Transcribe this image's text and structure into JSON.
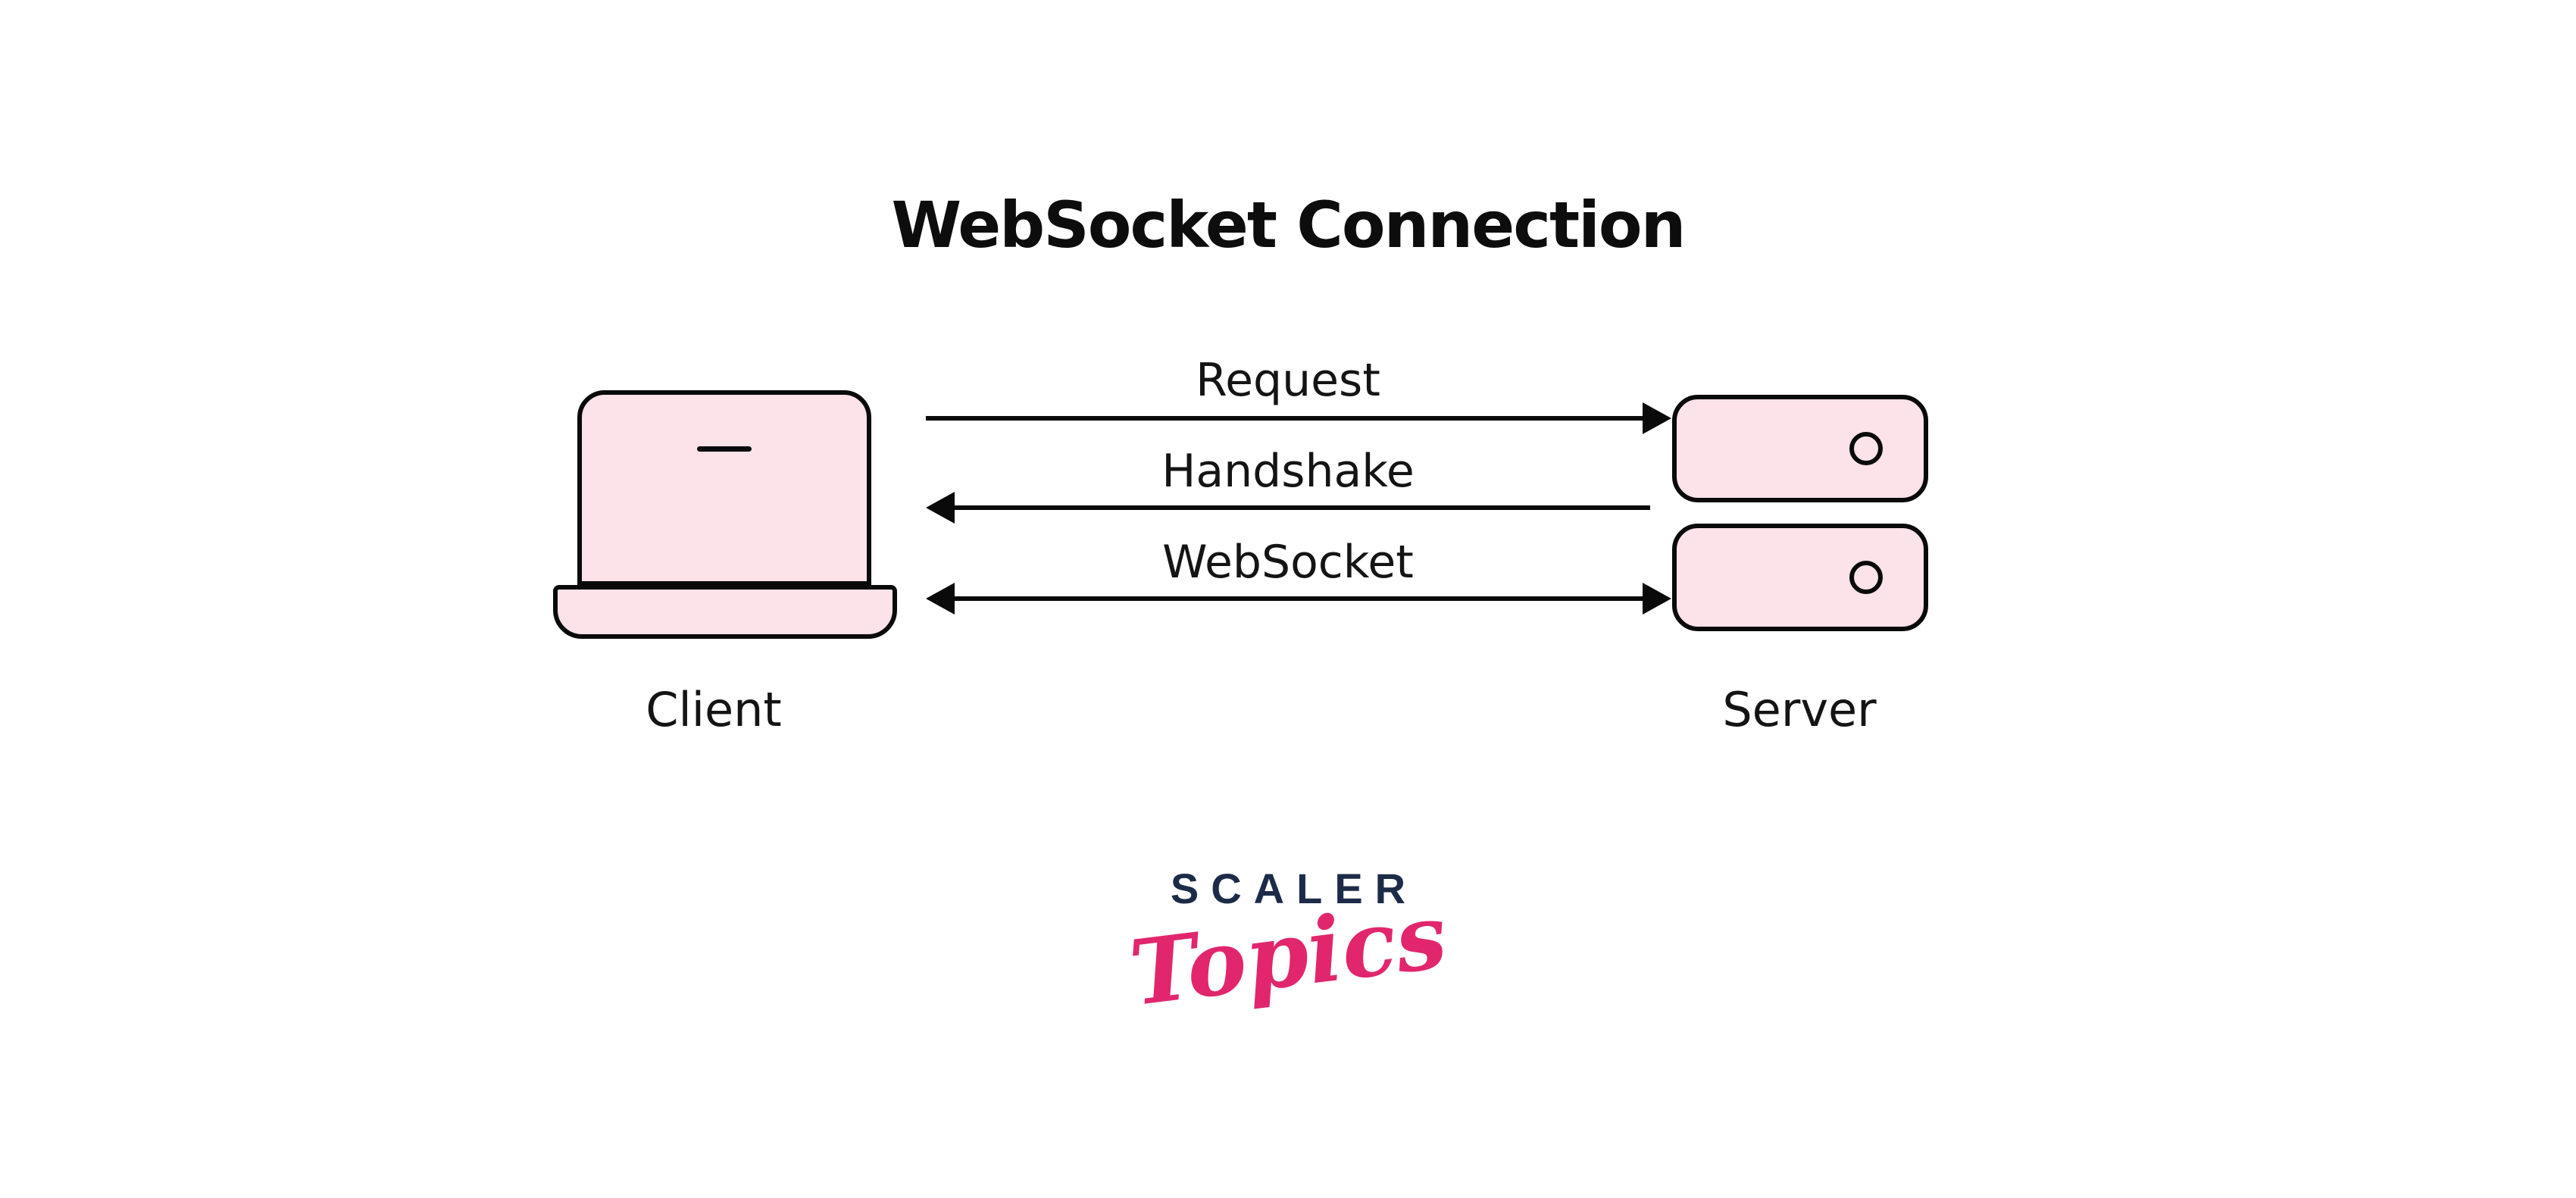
{
  "title": "WebSocket Connection",
  "nodes": {
    "client": {
      "label": "Client",
      "icon": "laptop-icon"
    },
    "server": {
      "label": "Server",
      "icon": "server-icon",
      "units": 2
    }
  },
  "arrows": [
    {
      "label": "Request",
      "direction": "right",
      "from": "Client",
      "to": "Server"
    },
    {
      "label": "Handshake",
      "direction": "left",
      "from": "Server",
      "to": "Client"
    },
    {
      "label": "WebSocket",
      "direction": "both",
      "from": "Client",
      "to": "Server"
    }
  ],
  "logo": {
    "brand": "SCALER",
    "product": "Topics"
  },
  "colors": {
    "background": "#ffffff",
    "pink": "#fce2e9",
    "stroke": "#0a0a0a",
    "ink": "#0d0d0d",
    "navy": "#1c2b47",
    "brandPink": "#e1266e"
  }
}
